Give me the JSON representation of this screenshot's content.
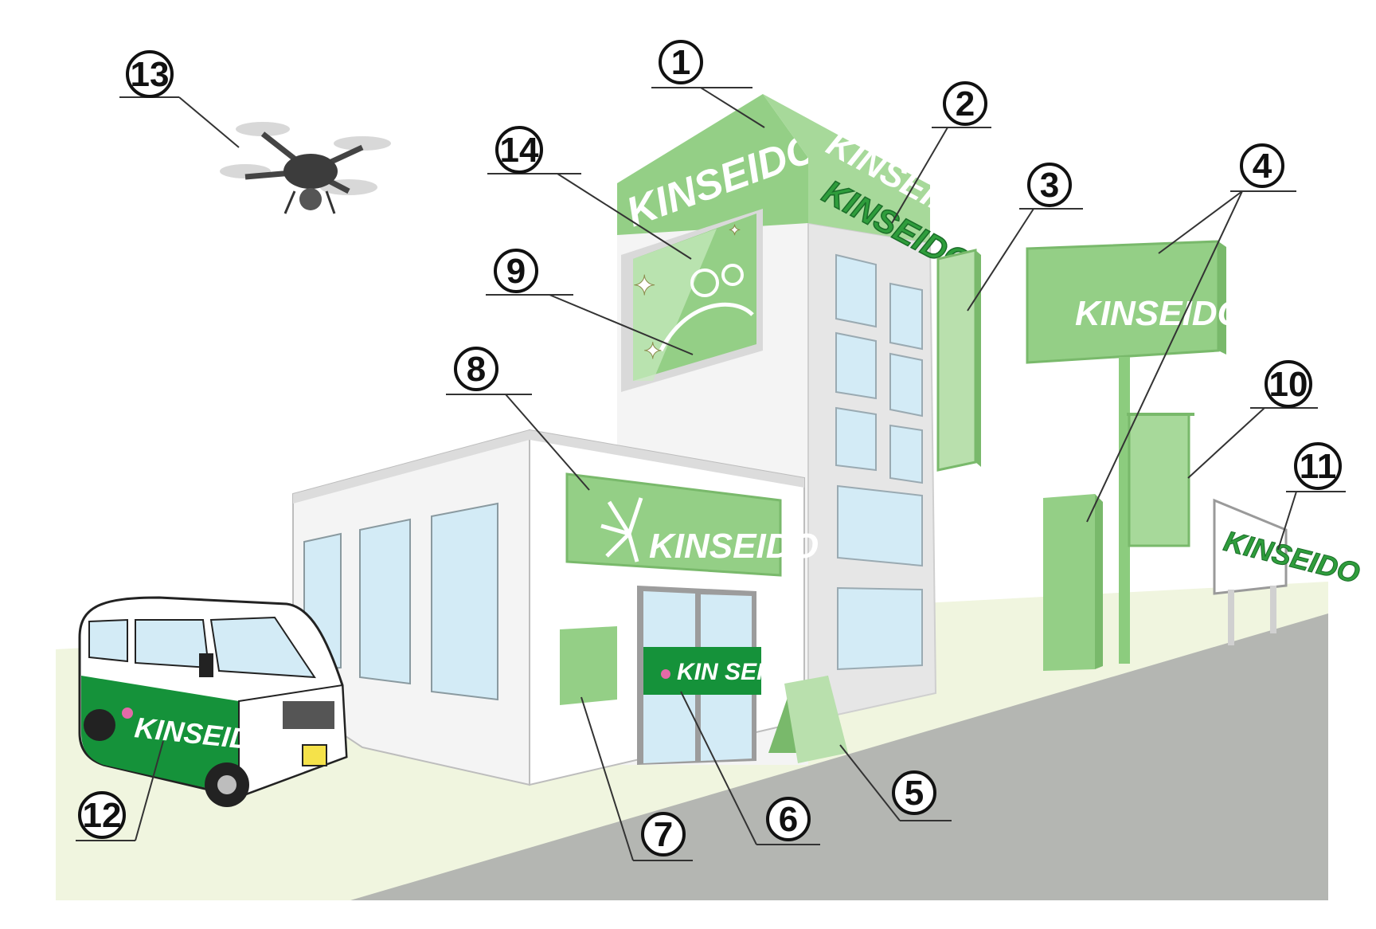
{
  "brand": {
    "name": "KINSEIDO",
    "door_name": "KIN SEIDO"
  },
  "colors": {
    "sign_green": "#94cf86",
    "sign_green_dark": "#79b96b",
    "sign_green_light": "#b9e0ad",
    "van_green": "#15923a",
    "ground_light": "#f0f5df",
    "road_gray": "#b4b6b2",
    "wall_white": "#f2f2f2",
    "wall_shade": "#e3e3e3",
    "window_blue": "#d3ebf6",
    "callout_ink": "#111111"
  },
  "callouts": [
    {
      "id": "1",
      "label": "1"
    },
    {
      "id": "2",
      "label": "2"
    },
    {
      "id": "3",
      "label": "3"
    },
    {
      "id": "4",
      "label": "4"
    },
    {
      "id": "5",
      "label": "5"
    },
    {
      "id": "6",
      "label": "6"
    },
    {
      "id": "7",
      "label": "7"
    },
    {
      "id": "8",
      "label": "8"
    },
    {
      "id": "9",
      "label": "9"
    },
    {
      "id": "10",
      "label": "10"
    },
    {
      "id": "11",
      "label": "11"
    },
    {
      "id": "12",
      "label": "12"
    },
    {
      "id": "13",
      "label": "13"
    },
    {
      "id": "14",
      "label": "14"
    }
  ]
}
